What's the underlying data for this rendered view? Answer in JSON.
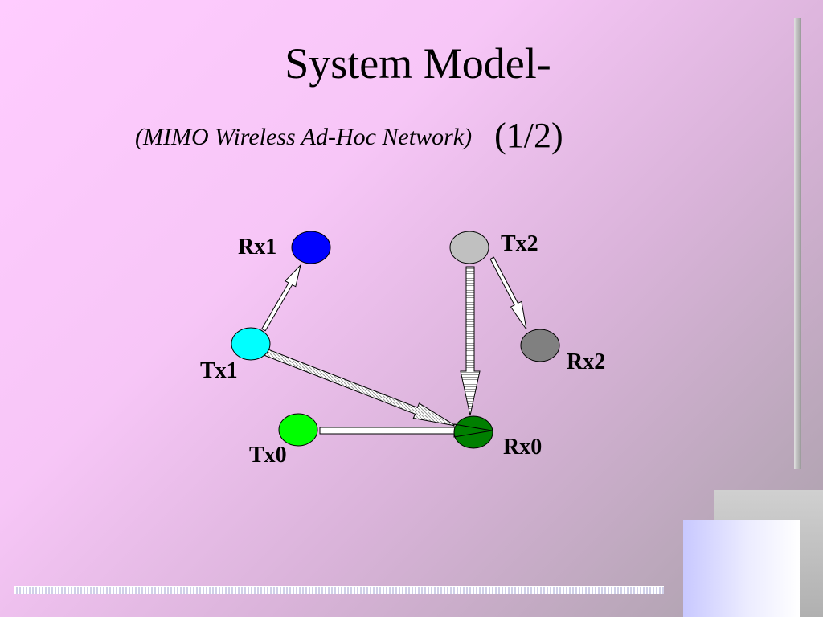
{
  "slide": {
    "title": "System Model-",
    "subtitle": "(MIMO  Wireless Ad-Hoc Network)",
    "part": "(1/2)"
  },
  "nodes": {
    "rx1": {
      "label": "Rx1",
      "color": "#0000ff"
    },
    "tx2": {
      "label": "Tx2",
      "color": "#c0c0c0"
    },
    "tx1": {
      "label": "Tx1",
      "color": "#00ffff"
    },
    "rx2": {
      "label": "Rx2",
      "color": "#808080"
    },
    "tx0": {
      "label": "Tx0",
      "color": "#00ff00"
    },
    "rx0": {
      "label": "Rx0",
      "color": "#007f00"
    }
  }
}
